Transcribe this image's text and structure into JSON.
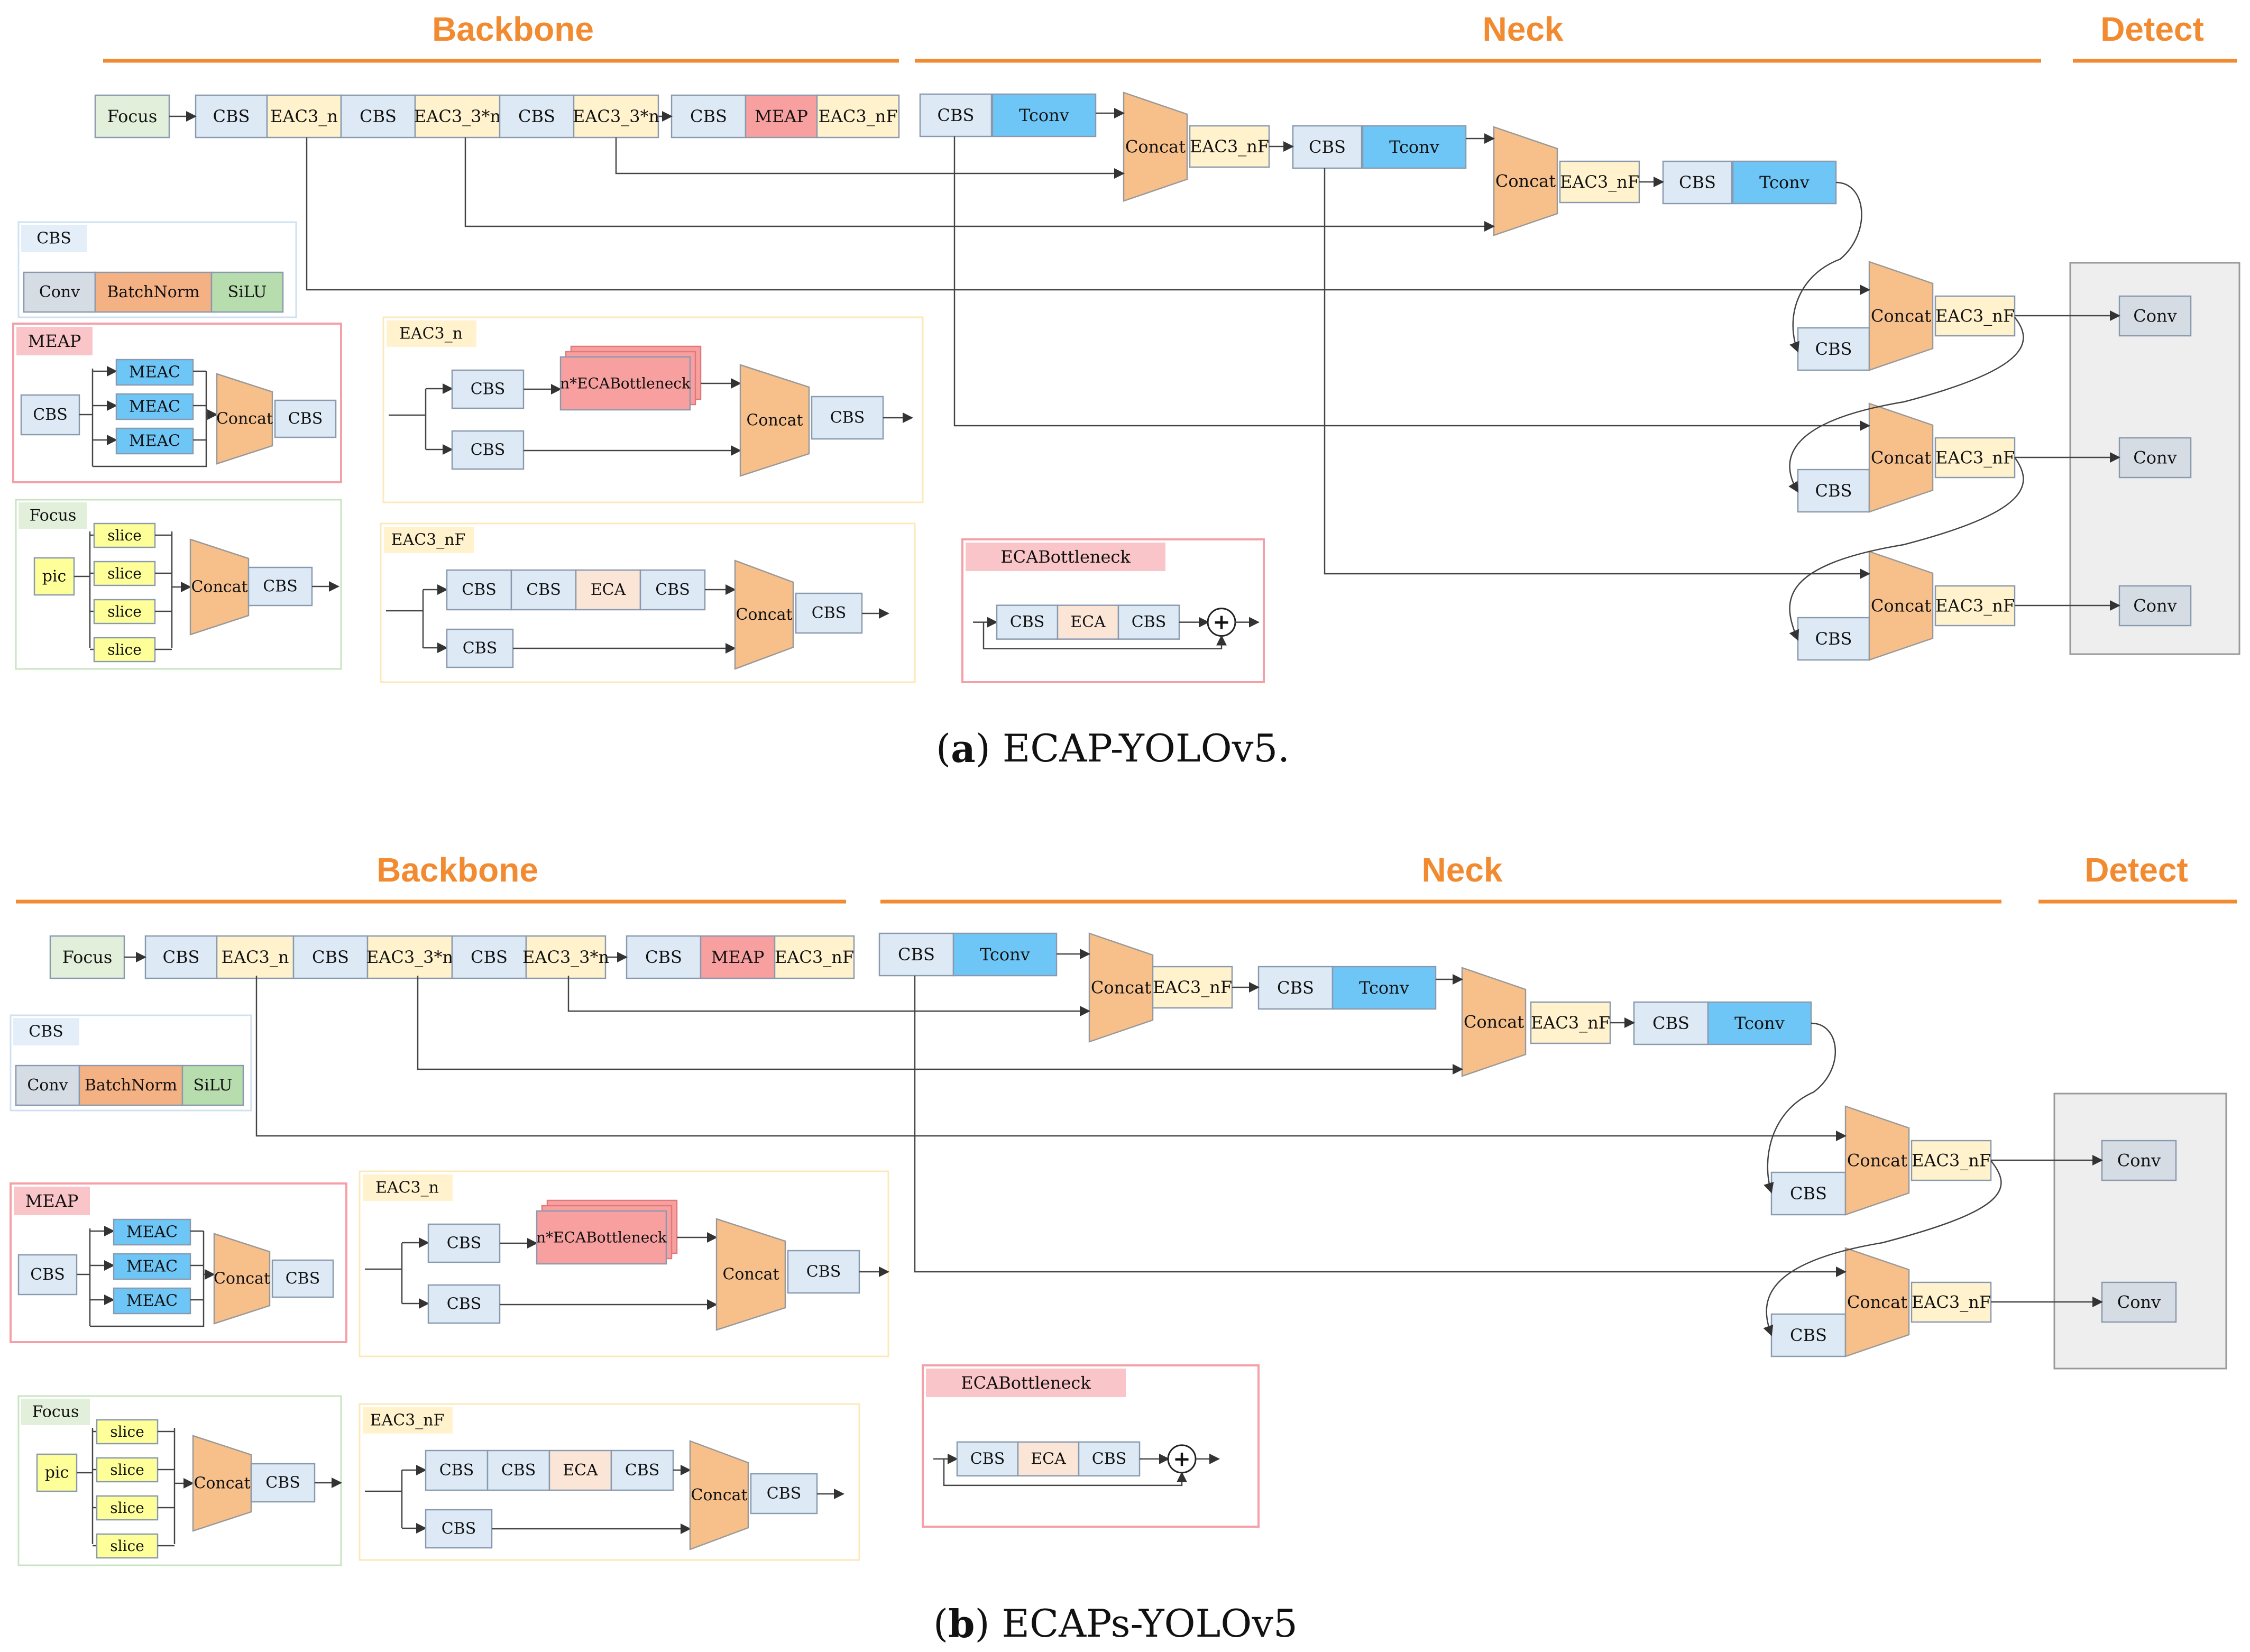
{
  "panels": [
    {
      "caption_letter": "a",
      "caption_text": ") ECAP-YOLOv5.",
      "headers": [
        "Backbone",
        "Neck",
        "Detect"
      ],
      "backbone_row": [
        "Focus",
        "CBS",
        "EAC3_n",
        "CBS",
        "EAC3_3*n",
        "CBS",
        "EAC3_3*n",
        "CBS",
        "MEAP",
        "EAC3_nF"
      ],
      "neck_labels": {
        "cbs": "CBS",
        "tconv": "Tconv",
        "concat": "Concat",
        "eac3nf": "EAC3_nF",
        "conv": "Conv"
      },
      "legend": {
        "cbs": {
          "title": "CBS",
          "items": [
            "Conv",
            "BatchNorm",
            "SiLU"
          ]
        },
        "meap": {
          "title": "MEAP",
          "input": "CBS",
          "branches": [
            "MEAC",
            "MEAC",
            "MEAC"
          ],
          "concat": "Concat",
          "output": "CBS"
        },
        "focus": {
          "title": "Focus",
          "input": "pic",
          "slices": [
            "slice",
            "slice",
            "slice",
            "slice"
          ],
          "concat": "Concat",
          "output": "CBS"
        },
        "eac3n": {
          "title": "EAC3_n",
          "top": "CBS",
          "bottleneck": "n*ECABottleneck",
          "bottom": "CBS",
          "concat": "Concat",
          "output": "CBS"
        },
        "eac3nf": {
          "title": "EAC3_nF",
          "chain": [
            "CBS",
            "CBS",
            "ECA",
            "CBS"
          ],
          "bottom": "CBS",
          "concat": "Concat",
          "output": "CBS"
        },
        "ecab": {
          "title": "ECABottleneck",
          "chain": [
            "CBS",
            "ECA",
            "CBS"
          ],
          "plus": "+"
        }
      }
    },
    {
      "caption_letter": "b",
      "caption_text": ") ECAPs-YOLOv5",
      "headers": [
        "Backbone",
        "Neck",
        "Detect"
      ],
      "backbone_row": [
        "Focus",
        "CBS",
        "EAC3_n",
        "CBS",
        "EAC3_3*n",
        "CBS",
        "EAC3_3*n",
        "CBS",
        "MEAP",
        "EAC3_nF"
      ],
      "neck_labels": {
        "cbs": "CBS",
        "tconv": "Tconv",
        "concat": "Concat",
        "eac3nf": "EAC3_nF",
        "conv": "Conv"
      },
      "legend": {
        "cbs": {
          "title": "CBS",
          "items": [
            "Conv",
            "BatchNorm",
            "SiLU"
          ]
        },
        "meap": {
          "title": "MEAP",
          "input": "CBS",
          "branches": [
            "MEAC",
            "MEAC",
            "MEAC"
          ],
          "concat": "Concat",
          "output": "CBS"
        },
        "focus": {
          "title": "Focus",
          "input": "pic",
          "slices": [
            "slice",
            "slice",
            "slice",
            "slice"
          ],
          "concat": "Concat",
          "output": "CBS"
        },
        "eac3n": {
          "title": "EAC3_n",
          "top": "CBS",
          "bottleneck": "n*ECABottleneck",
          "bottom": "CBS",
          "concat": "Concat",
          "output": "CBS"
        },
        "eac3nf": {
          "title": "EAC3_nF",
          "chain": [
            "CBS",
            "CBS",
            "ECA",
            "CBS"
          ],
          "bottom": "CBS",
          "concat": "Concat",
          "output": "CBS"
        },
        "ecab": {
          "title": "ECABottleneck",
          "chain": [
            "CBS",
            "ECA",
            "CBS"
          ],
          "plus": "+"
        }
      }
    }
  ],
  "colors": {
    "header": "#f28a30",
    "cbs": "#dde9f5",
    "eac3": "#fff2cc",
    "meap": "#f8a0a0",
    "tconv": "#6ec6f7",
    "concat": "#f7c08a",
    "focus": "#e2efda",
    "conv": "#d6dce4",
    "batchnorm": "#f4b183",
    "silu": "#b7dcae",
    "slice": "#ffff99",
    "eca": "#fbe5d6",
    "detect_bg": "#eeeeee"
  }
}
